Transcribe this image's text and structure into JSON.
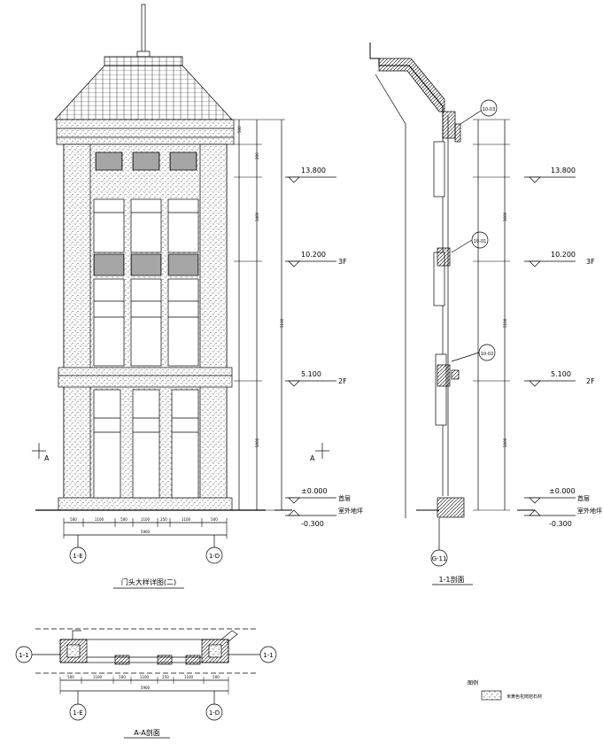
{
  "elevation": {
    "title": "门头大样详图(二)",
    "levels": [
      "13.800",
      "10.200",
      "5.100",
      "±0.000",
      "-0.300"
    ],
    "floor_labels": [
      "3F",
      "2F"
    ],
    "ground_labels": [
      "首层",
      "室外地坪"
    ],
    "section_marks": [
      "A",
      "A"
    ],
    "axis_left": "1-E",
    "axis_right": "1-D",
    "dims_bottom": [
      "500",
      "1100",
      "500",
      "1100",
      "250",
      "1100",
      "500"
    ],
    "dim_total": "5900",
    "dims_side": [
      "500",
      "200",
      "3400",
      "5100",
      "5000"
    ]
  },
  "section11": {
    "title": "1-1剖面",
    "levels": [
      "13.800",
      "10.200",
      "5.100",
      "±0.000",
      "-0.300"
    ],
    "floor_labels": [
      "3F",
      "2F"
    ],
    "ground_labels": [
      "首层",
      "室外地坪"
    ],
    "callouts": [
      "10-03",
      "10-01",
      "10-02"
    ],
    "axis": "G-11",
    "dims_side": [
      "3600",
      "5100",
      "5000"
    ]
  },
  "sectionAA": {
    "title": "A-A剖面",
    "cut_left": "1-1",
    "cut_right": "1-1",
    "axis_left": "1-E",
    "axis_right": "1-D",
    "dims": [
      "500",
      "1100",
      "500",
      "1100",
      "250",
      "1100",
      "500"
    ],
    "dim_total": "5900"
  },
  "legend": {
    "title": "图例",
    "item": "米黄色花岗岩石材"
  }
}
